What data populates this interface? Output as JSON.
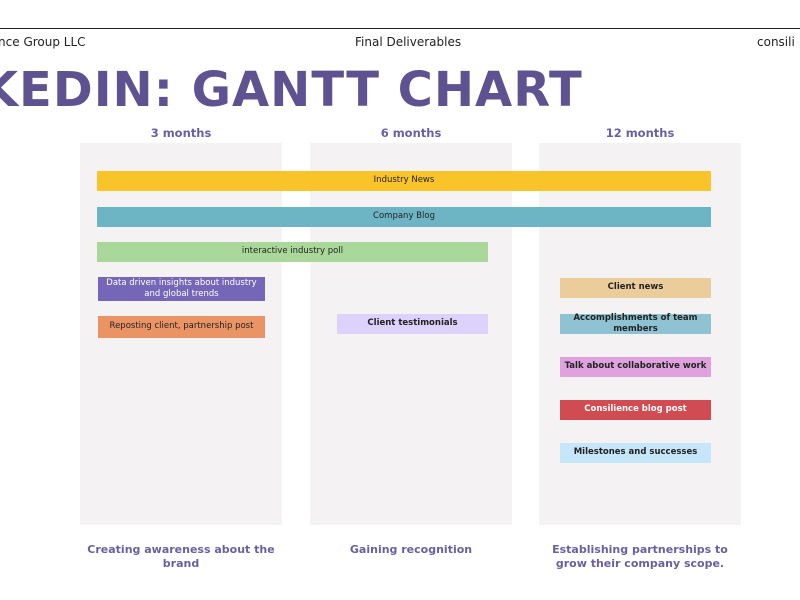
{
  "header": {
    "left": "lience Group LLC",
    "center": "Final Deliverables",
    "right": "consili"
  },
  "title": "IKEDIN: GANTT CHART",
  "columns": [
    {
      "label": "3 months",
      "footer": "Creating awareness about the brand"
    },
    {
      "label": "6 months",
      "footer": "Gaining recognition"
    },
    {
      "label": "12 months",
      "footer": "Establishing partnerships to grow their company scope."
    }
  ],
  "bars": [
    {
      "label": "Industry News",
      "color": "#f9c42a"
    },
    {
      "label": "Company Blog",
      "color": "#6db5c4"
    },
    {
      "label": "interactive industry poll",
      "color": "#a9d89a"
    },
    {
      "label": "Data driven insights about industry and global trends",
      "color": "#7566b8"
    },
    {
      "label": "Reposting client, partnership post",
      "color": "#ea9466"
    },
    {
      "label": "Client testimonials",
      "color": "#ddd2fb"
    },
    {
      "label": "Client news",
      "color": "#ebcd9c"
    },
    {
      "label": "Accomplishments of team members",
      "color": "#8fc3d4"
    },
    {
      "label": "Talk about collaborative work",
      "color": "#e0a2de"
    },
    {
      "label": "Consilience blog post",
      "color": "#d04b52"
    },
    {
      "label": "Milestones and successes",
      "color": "#c6e6fa"
    }
  ]
}
